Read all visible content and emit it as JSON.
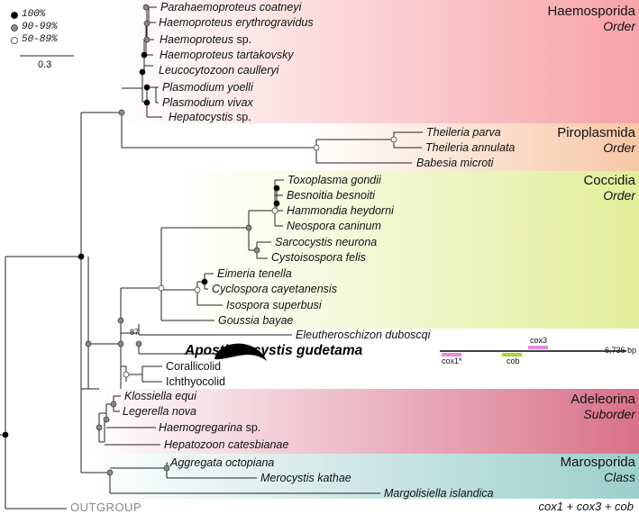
{
  "legend": {
    "items": [
      {
        "label": "100%",
        "fill": "#000000"
      },
      {
        "label": "90-99%",
        "fill": "#8a8a8a"
      },
      {
        "label": "50-89%",
        "fill": "#ffffff"
      }
    ],
    "scale_value": "0.3"
  },
  "groups": [
    {
      "name": "Haemosporida",
      "rank": "Order",
      "color": "#f7a3a8"
    },
    {
      "name": "Piroplasmida",
      "rank": "Order",
      "color": "#f6c7a6"
    },
    {
      "name": "Coccidia",
      "rank": "Order",
      "color": "#e2ee9a"
    },
    {
      "name": "Adeleorina",
      "rank": "Suborder",
      "color": "#d9708c"
    },
    {
      "name": "Marosporida",
      "rank": "Class",
      "color": "#9ccfcc"
    }
  ],
  "taxa": [
    {
      "genus": "Parahaemoproteus coatneyi",
      "suffix": ""
    },
    {
      "genus": "Haemoproteus erythrogravidus",
      "suffix": ""
    },
    {
      "genus": "Haemoproteus",
      "suffix": " sp."
    },
    {
      "genus": "Haemoproteus tartakovsky",
      "suffix": ""
    },
    {
      "genus": "Leucocytozoon caulleryi",
      "suffix": ""
    },
    {
      "genus": "Plasmodium yoelli",
      "suffix": ""
    },
    {
      "genus": "Plasmodium vivax",
      "suffix": ""
    },
    {
      "genus": "Hepatocystis",
      "suffix": " sp."
    },
    {
      "genus": "Theileria parva",
      "suffix": ""
    },
    {
      "genus": "Theileria annulata",
      "suffix": ""
    },
    {
      "genus": "Babesia microti",
      "suffix": ""
    },
    {
      "genus": "Toxoplasma gondii",
      "suffix": ""
    },
    {
      "genus": "Besnoitia besnoiti",
      "suffix": ""
    },
    {
      "genus": "Hammondia heydorni",
      "suffix": ""
    },
    {
      "genus": "Neospora caninum",
      "suffix": ""
    },
    {
      "genus": "Sarcocystis neurona",
      "suffix": ""
    },
    {
      "genus": "Cystoisospora felis",
      "suffix": ""
    },
    {
      "genus": "Eimeria tenella",
      "suffix": ""
    },
    {
      "genus": "Cyclospora cayetanensis",
      "suffix": ""
    },
    {
      "genus": "Isospora superbusi",
      "suffix": ""
    },
    {
      "genus": "Goussia bayae",
      "suffix": ""
    },
    {
      "genus": "Eleutheroschizon duboscqi",
      "suffix": ""
    },
    {
      "genus": "",
      "suffix": "Corallicolid"
    },
    {
      "genus": "",
      "suffix": "Ichthyocolid"
    },
    {
      "genus": "Klossiella equi",
      "suffix": ""
    },
    {
      "genus": "Legerella nova",
      "suffix": ""
    },
    {
      "genus": "Haemogregarina",
      "suffix": " sp."
    },
    {
      "genus": "Hepatozoon catesbianae",
      "suffix": ""
    },
    {
      "genus": "Aggregata octopiana",
      "suffix": ""
    },
    {
      "genus": "Merocystis kathae",
      "suffix": ""
    },
    {
      "genus": "Margolisiella islandica",
      "suffix": ""
    }
  ],
  "focal_taxon": "Apostichocystis gudetama",
  "bootstrap_label": "87",
  "genome": {
    "length_label": "6,736 bp",
    "genes": [
      {
        "label": "cox1*",
        "color": "#e58be0"
      },
      {
        "label": "cob",
        "color": "#a4d43a"
      },
      {
        "label": "cox3",
        "color": "#e58be0"
      }
    ]
  },
  "outgroup_label": "OUTGROUP",
  "footnote": "cox1 + cox3 + cob"
}
